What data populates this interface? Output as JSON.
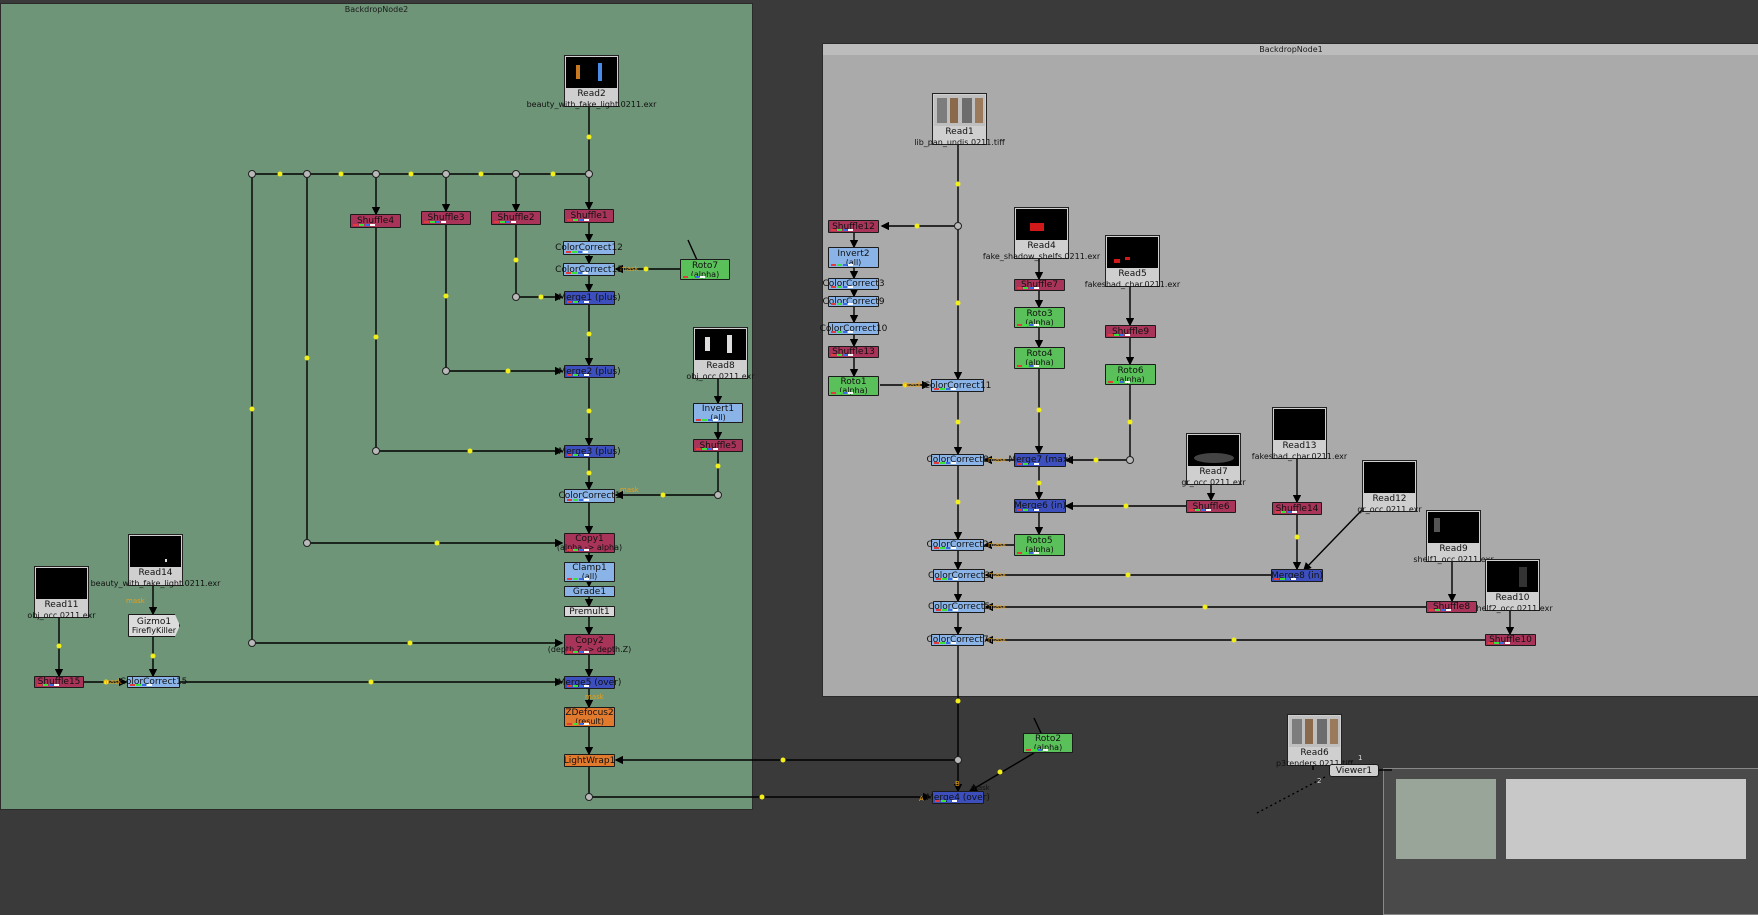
{
  "backdrops": {
    "backdrop2": {
      "title": "BackdropNode2",
      "color": "#6e9578"
    },
    "backdrop1": {
      "title": "BackdropNode1",
      "color": "#aaaaaa"
    }
  },
  "edge_labels": {
    "mask": "mask",
    "a": "A",
    "b": "B",
    "one": "1",
    "two": "2"
  },
  "nodes": {
    "read2": {
      "name": "Read2",
      "file": "beauty_with_fake_light.0211.exr"
    },
    "read8": {
      "name": "Read8",
      "file": "obj_occ.0211.exr"
    },
    "read11": {
      "name": "Read11",
      "file": "obj_occ.0211.exr"
    },
    "read14": {
      "name": "Read14",
      "file": "beauty_with_fake_light.0211.exr"
    },
    "read1": {
      "name": "Read1",
      "file": "lib_pan_undis.0211.tiff"
    },
    "read4": {
      "name": "Read4",
      "file": "fake_shadow_shelfs.0211.exr"
    },
    "read5": {
      "name": "Read5",
      "file": "fakeshad_char.0211.exr"
    },
    "read7": {
      "name": "Read7",
      "file": "gr_occ.0211.exr"
    },
    "read13": {
      "name": "Read13",
      "file": "fakeshad_char.0211.exr"
    },
    "read12": {
      "name": "Read12",
      "file": "gr_occ.0211.exr"
    },
    "read9": {
      "name": "Read9",
      "file": "shelf1_occ.0211.exr"
    },
    "read10": {
      "name": "Read10",
      "file": "shelf2_occ.0211.exr"
    },
    "read6": {
      "name": "Read6",
      "file": "p3renders.0211.tiff"
    },
    "shuffle1": {
      "name": "Shuffle1"
    },
    "shuffle2": {
      "name": "Shuffle2"
    },
    "shuffle3": {
      "name": "Shuffle3"
    },
    "shuffle4": {
      "name": "Shuffle4"
    },
    "shuffle5": {
      "name": "Shuffle5"
    },
    "shuffle6": {
      "name": "Shuffle6"
    },
    "shuffle7": {
      "name": "Shuffle7"
    },
    "shuffle8": {
      "name": "Shuffle8"
    },
    "shuffle9": {
      "name": "Shuffle9"
    },
    "shuffle10": {
      "name": "Shuffle10"
    },
    "shuffle12": {
      "name": "Shuffle12"
    },
    "shuffle13": {
      "name": "Shuffle13"
    },
    "shuffle14": {
      "name": "Shuffle14"
    },
    "shuffle15": {
      "name": "Shuffle15"
    },
    "cc12": {
      "name": "ColorCorrect12"
    },
    "cc13": {
      "name": "ColorCorrect13"
    },
    "cc1": {
      "name": "ColorCorrect1"
    },
    "cc15": {
      "name": "ColorCorrect15"
    },
    "cc11": {
      "name": "ColorCorrect11"
    },
    "cc8": {
      "name": "ColorCorrect8"
    },
    "cc2": {
      "name": "ColorCorrect2"
    },
    "cc3": {
      "name": "ColorCorrect3"
    },
    "cc5": {
      "name": "ColorCorrect5"
    },
    "cc7": {
      "name": "ColorCorrect7"
    },
    "cc9": {
      "name": "ColorCorrect9"
    },
    "cc10": {
      "name": "ColorCorrect10"
    },
    "ccA": {
      "name": "ColorCorrect3"
    },
    "merge1": {
      "name": "Merge1 (plus)"
    },
    "merge2": {
      "name": "Merge2 (plus)"
    },
    "merge3": {
      "name": "Merge3 (plus)"
    },
    "merge5": {
      "name": "Merge5 (over)"
    },
    "merge7": {
      "name": "Merge7 (max)"
    },
    "merge6": {
      "name": "Merge6 (in)"
    },
    "merge8": {
      "name": "Merge8 (in)"
    },
    "merge4": {
      "name": "Merge4 (over)"
    },
    "roto7": {
      "name": "Roto7",
      "sub": "(alpha)"
    },
    "roto1": {
      "name": "Roto1",
      "sub": "(alpha)"
    },
    "roto3": {
      "name": "Roto3",
      "sub": "(alpha)"
    },
    "roto4": {
      "name": "Roto4",
      "sub": "(alpha)"
    },
    "roto5": {
      "name": "Roto5",
      "sub": "(alpha)"
    },
    "roto6": {
      "name": "Roto6",
      "sub": "(alpha)"
    },
    "roto2": {
      "name": "Roto2",
      "sub": "(alpha)"
    },
    "invert1": {
      "name": "Invert1",
      "sub": "(all)"
    },
    "invert2": {
      "name": "Invert2",
      "sub": "(all)"
    },
    "copy1": {
      "name": "Copy1",
      "sub": "(alpha -> alpha)"
    },
    "copy2": {
      "name": "Copy2",
      "sub": "(depth.Z -> depth.Z)"
    },
    "clamp1": {
      "name": "Clamp1",
      "sub": "(all)"
    },
    "grade1": {
      "name": "Grade1"
    },
    "premult1": {
      "name": "Premult1"
    },
    "gizmo1": {
      "name": "Gizmo1",
      "sub": "FireflyKiller"
    },
    "zdefocus2": {
      "name": "ZDefocus2",
      "sub": "(result)"
    },
    "lightwrap1": {
      "name": "LightWrap1"
    },
    "viewer1": {
      "name": "Viewer1"
    }
  }
}
